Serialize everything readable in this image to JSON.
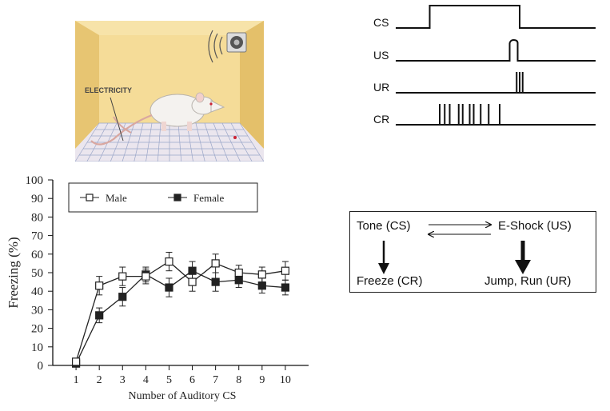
{
  "illustration": {
    "label": "ELECTRICITY",
    "colors": {
      "wall": "#f3d98f",
      "wall_dark": "#e2bf6a",
      "floor": "#e9e4ea",
      "grid": "#9aa6c8"
    }
  },
  "timing_diagram": {
    "signals": [
      {
        "label": "CS",
        "pulses": [
          [
            0.17,
            0.62
          ]
        ],
        "kind": "step"
      },
      {
        "label": "US",
        "pulses": [
          [
            0.57,
            0.61
          ]
        ],
        "kind": "step"
      },
      {
        "label": "UR",
        "spikes": [
          0.605,
          0.62,
          0.635
        ],
        "kind": "spikes"
      },
      {
        "label": "CR",
        "spikes": [
          0.22,
          0.245,
          0.27,
          0.315,
          0.335,
          0.37,
          0.39,
          0.425,
          0.465,
          0.52
        ],
        "kind": "spikes"
      }
    ]
  },
  "flow_box": {
    "tone": "Tone (CS)",
    "shock": "E-Shock (US)",
    "freeze": "Freeze (CR)",
    "jump": "Jump, Run (UR)"
  },
  "chart_data": {
    "type": "line",
    "xlabel": "Number of Auditory CS",
    "ylabel": "Freezing (%)",
    "x": [
      1,
      2,
      3,
      4,
      5,
      6,
      7,
      8,
      9,
      10
    ],
    "xlim": [
      0,
      11
    ],
    "ylim": [
      0,
      100
    ],
    "yticks": [
      0,
      10,
      20,
      30,
      40,
      50,
      60,
      70,
      80,
      90,
      100
    ],
    "legend_position": "top",
    "series": [
      {
        "name": "Male",
        "marker": "open-square",
        "values": [
          2,
          43,
          48,
          48,
          56,
          45,
          55,
          50,
          49,
          51
        ],
        "errors": [
          1,
          5,
          5,
          4,
          5,
          5,
          5,
          4,
          4,
          5
        ]
      },
      {
        "name": "Female",
        "marker": "filled-square",
        "values": [
          1,
          27,
          37,
          49,
          42,
          51,
          45,
          46,
          43,
          42
        ],
        "errors": [
          1,
          4,
          5,
          4,
          5,
          5,
          5,
          4,
          4,
          4
        ]
      }
    ]
  }
}
